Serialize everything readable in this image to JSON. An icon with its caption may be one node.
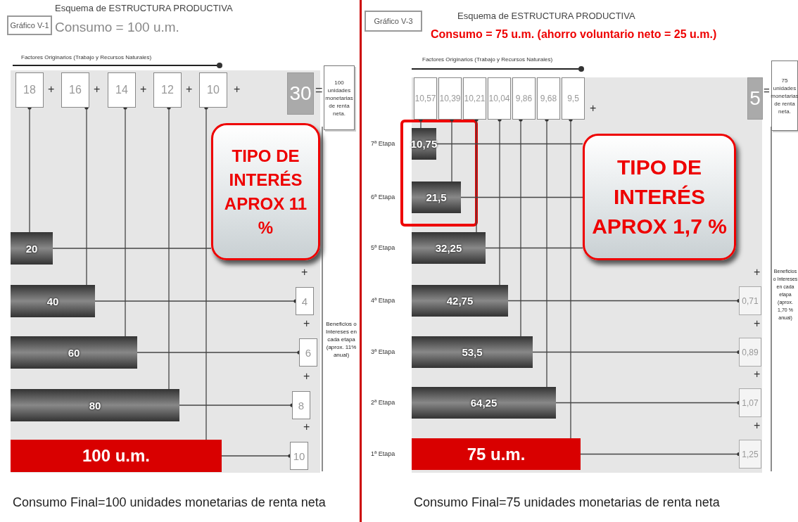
{
  "diagram": {
    "nodes": [
      {
        "text": [
          "Gráfico V-1"
        ]
      },
      {
        "text": [
          "18"
        ]
      },
      {
        "text": [
          "16"
        ]
      },
      {
        "text": [
          "14"
        ]
      },
      {
        "text": [
          "12"
        ]
      },
      {
        "text": [
          "10"
        ]
      },
      {
        "text": [
          "30"
        ]
      },
      {
        "text": [
          "100 unidades monetarias de renta neta."
        ]
      },
      {
        "text": [
          "20"
        ]
      },
      {
        "text": [
          "40"
        ]
      },
      {
        "text": [
          "60"
        ]
      },
      {
        "text": [
          "80"
        ]
      },
      {
        "text": [
          "100 u.m."
        ]
      },
      {
        "text": [
          "4"
        ]
      },
      {
        "text": [
          "6"
        ]
      },
      {
        "text": [
          "8"
        ]
      },
      {
        "text": [
          "10"
        ]
      },
      {
        "text": [
          "TIPO DE INTERÉS APROX 11 %"
        ]
      },
      {
        "text": [
          "Gráfico V-3"
        ]
      },
      {
        "text": [
          "10,57"
        ]
      },
      {
        "text": [
          "10,39"
        ]
      },
      {
        "text": [
          "10,21"
        ]
      },
      {
        "text": [
          "10,04"
        ]
      },
      {
        "text": [
          "9,86"
        ]
      },
      {
        "text": [
          "9,68"
        ]
      },
      {
        "text": [
          "9,5"
        ]
      },
      {
        "text": [
          "5"
        ]
      },
      {
        "text": [
          "75 unidades monetarias de renta neta."
        ]
      },
      {
        "text": [
          "10,75"
        ],
        "beside": [
          "7ª Etapa"
        ]
      },
      {
        "text": [
          "21,5"
        ],
        "beside": [
          "6ª Etapa"
        ]
      },
      {
        "text": [
          "32,25"
        ],
        "beside": [
          "5ª Etapa"
        ]
      },
      {
        "text": [
          "42,75"
        ],
        "beside": [
          "4ª Etapa"
        ]
      },
      {
        "text": [
          "53,5"
        ],
        "beside": [
          "3ª Etapa"
        ]
      },
      {
        "text": [
          "64,25"
        ],
        "beside": [
          "2ª Etapa"
        ]
      },
      {
        "text": [
          "75 u.m."
        ],
        "beside": [
          "1ª Etapa"
        ]
      },
      {
        "text": [
          "0,71"
        ]
      },
      {
        "text": [
          "0,89"
        ]
      },
      {
        "text": [
          "1,07"
        ]
      },
      {
        "text": [
          "1,25"
        ]
      },
      {
        "text": [
          "TIPO DE INTERÉS APROX 1,7 %"
        ]
      }
    ],
    "edges": [
      {
        "from": 8,
        "to": 1,
        "arrow": "other"
      },
      {
        "from": 9,
        "to": 2,
        "arrow": "other"
      },
      {
        "from": 10,
        "to": 3,
        "arrow": "other"
      },
      {
        "from": 11,
        "to": 4,
        "arrow": "other"
      },
      {
        "from": 12,
        "to": 5,
        "arrow": "other"
      },
      {
        "from": 8,
        "to": 17,
        "arrow": "none"
      },
      {
        "from": 9,
        "to": 13,
        "arrow": "other"
      },
      {
        "from": 10,
        "to": 14,
        "arrow": "other"
      },
      {
        "from": 11,
        "to": 15,
        "arrow": "other"
      },
      {
        "from": 12,
        "to": 16,
        "arrow": "other"
      },
      {
        "from": 28,
        "to": 19,
        "arrow": "other"
      },
      {
        "from": 29,
        "to": 20,
        "arrow": "other"
      },
      {
        "from": 30,
        "to": 21,
        "arrow": "other"
      },
      {
        "from": 31,
        "to": 22,
        "arrow": "other"
      },
      {
        "from": 32,
        "to": 23,
        "arrow": "other"
      },
      {
        "from": 33,
        "to": 24,
        "arrow": "other"
      },
      {
        "from": 34,
        "to": 25,
        "arrow": "other"
      },
      {
        "from": 28,
        "to": 39,
        "arrow": "none"
      },
      {
        "from": 29,
        "to": 39,
        "arrow": "none"
      },
      {
        "from": 30,
        "to": 39,
        "arrow": "none"
      },
      {
        "from": 31,
        "to": 35,
        "arrow": "other"
      },
      {
        "from": 32,
        "to": 36,
        "arrow": "other"
      },
      {
        "from": 33,
        "to": 37,
        "arrow": "other"
      },
      {
        "from": 34,
        "to": 38,
        "arrow": "other"
      }
    ],
    "labels": [
      "Esquema de ESTRUCTURA PRODUCTIVA",
      "Consumo = 100 u.m.",
      "Factores Originarios (Trabajo y Recursos Naturales)",
      "+",
      "+",
      "+",
      "+",
      "+",
      "=",
      "+",
      "+",
      "+",
      "+",
      "Beneficios o Intereses en cada etapa (aprox. 11% anual)",
      "Consumo Final=100 unidades monetarias de renta neta",
      "Esquema de ESTRUCTURA PRODUCTIVA",
      "Consumo = 75 u.m. (ahorro voluntario neto = 25 u.m.)",
      "Factores Originarios (Trabajo y Recursos Naturales)",
      "+",
      "=",
      "+",
      "+",
      "+",
      "+",
      "Beneficios o Intereses en cada etapa (aprox. 1,70 % anual)",
      "Consumo Final=75 unidades monetarias de renta neta"
    ]
  }
}
